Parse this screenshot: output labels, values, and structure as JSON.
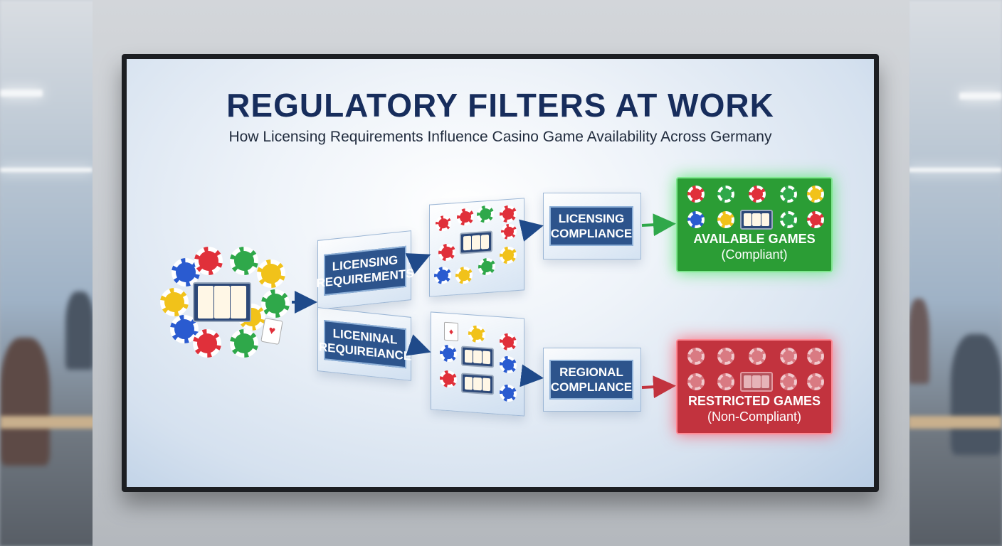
{
  "diagram": {
    "title": "REGULATORY FILTERS AT WORK",
    "subtitle": "How Licensing Requirements Influence Casino Game Availability Across Germany",
    "stage1_top_label": "LICENSING REQUIREMENTS",
    "stage1_bottom_label": "LICENINAL REQUIREIANCE",
    "stage2_top_label": "LICENSING COMPLIANCE",
    "stage2_bottom_label": "REGIONAL COMPLIANCE",
    "outcome_available_title": "AVAILABLE GAMES",
    "outcome_available_note": "(Compliant)",
    "outcome_restricted_title": "RESTRICTED GAMES",
    "outcome_restricted_note": "(Non-Compliant)"
  },
  "colors": {
    "title": "#172d5c",
    "label_box": "#2d548c",
    "available": "#2b9d35",
    "restricted": "#c2333e",
    "arrow": "#1f4a8a"
  },
  "icons": [
    "casino-chip-icon",
    "slot-machine-icon",
    "playing-card-icon",
    "checkmark-icon"
  ]
}
